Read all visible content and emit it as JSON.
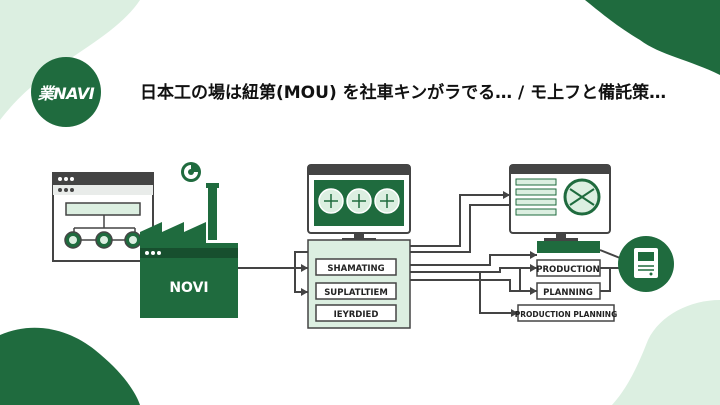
{
  "brand": {
    "logo_text": "業NAVI"
  },
  "headline": "日本工の場は紐第(MOU)  を社車キンがラでる… / モ上フと備託策…",
  "diagram": {
    "factory_label": "NOVI",
    "hub_items": [
      "SHAMATING",
      "SUPLATLTIEM",
      "IEYRDIED"
    ],
    "right_items": [
      "PRODUCTION",
      "PLANNING",
      "PRODUCTION PLANNING"
    ]
  },
  "colors": {
    "brand_green": "#1f6b3e",
    "pale_green": "#dcefe1",
    "line": "#444444",
    "light_gray": "#e9ecea"
  }
}
